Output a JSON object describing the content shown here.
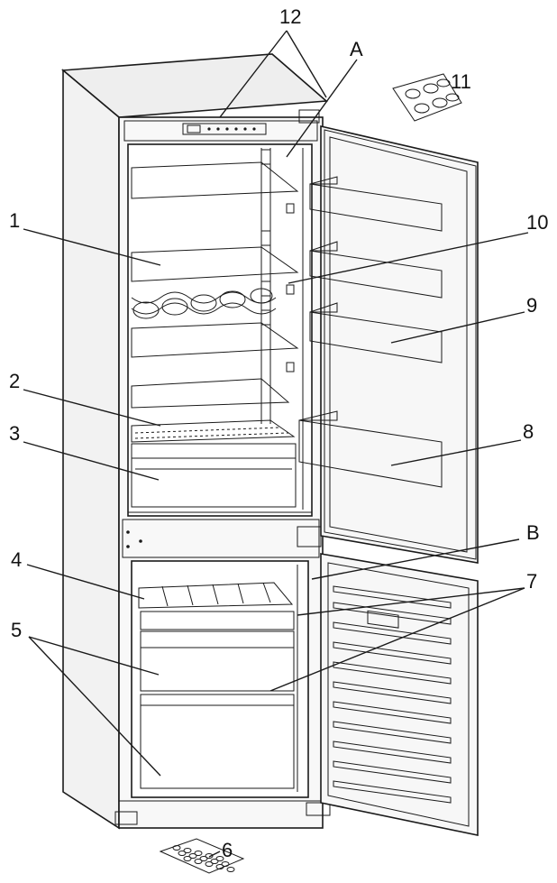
{
  "diagram": {
    "colors": {
      "line": "#1a1a1a",
      "cabinet": "#f4f4f4",
      "interior": "#ffffff",
      "door": "#f7f7f7",
      "text": "#111111"
    },
    "callouts": [
      "12",
      "A",
      "11",
      "1",
      "10",
      "9",
      "2",
      "3",
      "8",
      "B",
      "4",
      "7",
      "5",
      "6"
    ]
  }
}
